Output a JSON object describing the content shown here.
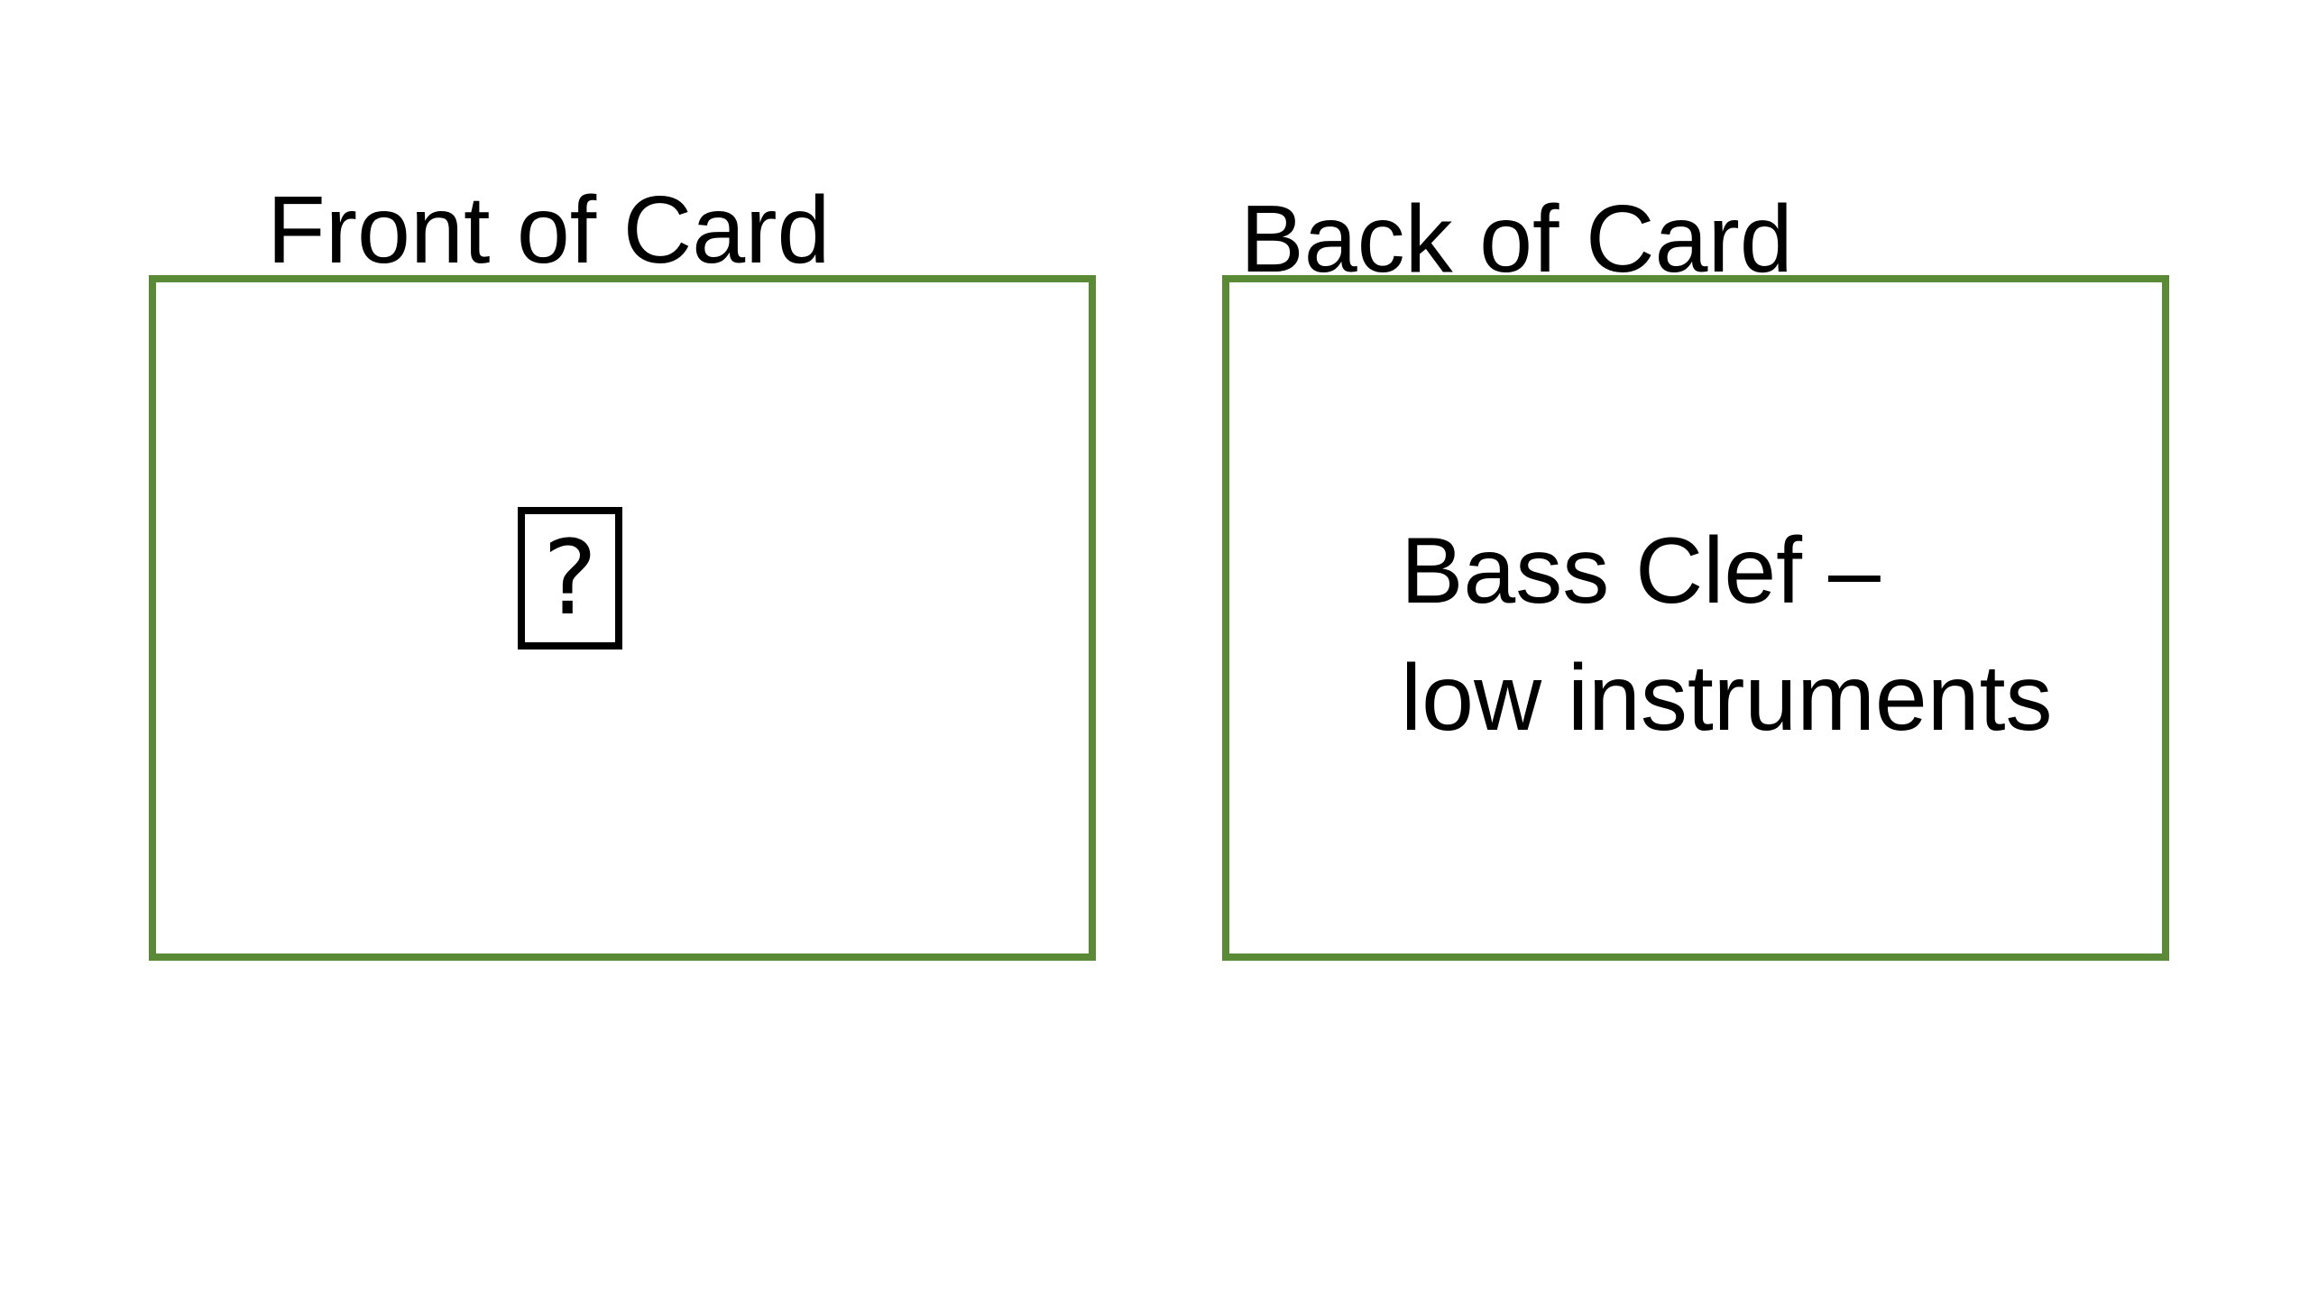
{
  "cards": {
    "front": {
      "title": "Front of Card",
      "glyph": "?",
      "glyph_icon": "missing-glyph-icon"
    },
    "back": {
      "title": "Back of Card",
      "lines": [
        "Bass Clef –",
        "low instruments"
      ]
    }
  },
  "colors": {
    "card_border": "#5b8a37",
    "text": "#000000",
    "background": "#ffffff"
  }
}
